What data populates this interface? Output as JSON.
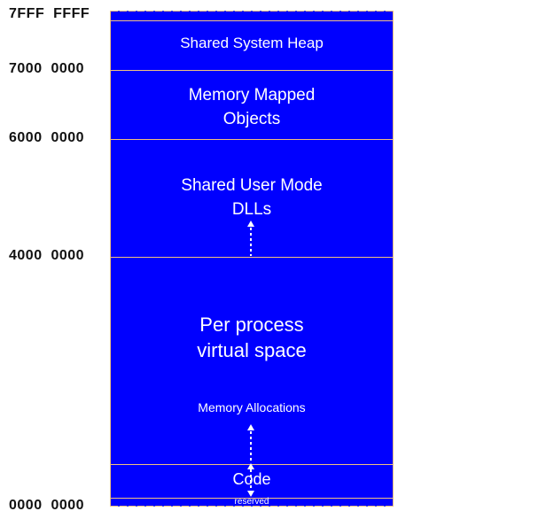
{
  "addresses": [
    {
      "label": "7FFF  FFFF"
    },
    {
      "label": "7000  0000"
    },
    {
      "label": "6000  0000"
    },
    {
      "label": "4000  0000"
    },
    {
      "label": "0000  0000"
    }
  ],
  "regions": {
    "shared_system_heap": "Shared System Heap",
    "memory_mapped_objects": "Memory Mapped\nObjects",
    "shared_user_mode_dlls": "Shared User Mode\nDLLs",
    "per_process_virtual_space": "Per process\nvirtual space",
    "memory_allocations": "Memory Allocations",
    "code": "Code",
    "reserved": "reserved"
  },
  "colors": {
    "region_fill": "#0000ff",
    "divider": "#f0c080",
    "text": "#ffffff"
  }
}
